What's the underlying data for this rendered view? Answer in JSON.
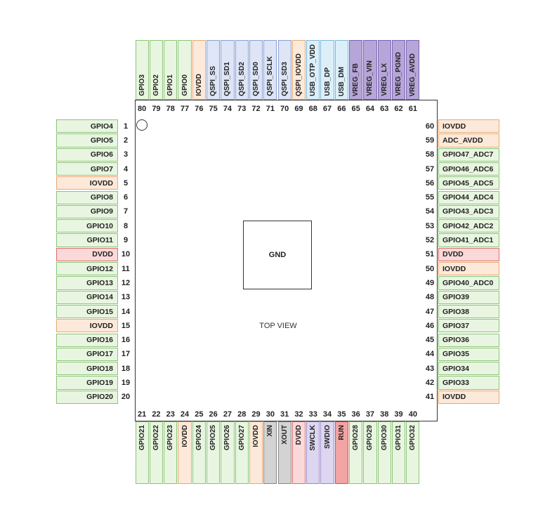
{
  "package": {
    "center_label": "GND",
    "view_label": "TOP VIEW"
  },
  "colors": {
    "gpio": {
      "bg": "#e8f5e0",
      "border": "#8cc478"
    },
    "power": {
      "bg": "#fde9d9",
      "border": "#e8a872"
    },
    "dvdd": {
      "bg": "#fbd9d9",
      "border": "#d96f6f"
    },
    "qspi": {
      "bg": "#dde5f6",
      "border": "#8a9fd0"
    },
    "usb": {
      "bg": "#dceff9",
      "border": "#7ab6d9"
    },
    "vreg": {
      "bg": "#b6a5d8",
      "border": "#7a64b0"
    },
    "debug": {
      "bg": "#ddd6f0",
      "border": "#9b8ac9"
    },
    "crystal": {
      "bg": "#d3d3d3",
      "border": "#888888"
    },
    "run": {
      "bg": "#f2a3a3",
      "border": "#cc5555"
    }
  },
  "pins": {
    "left": [
      {
        "num": "1",
        "name": "GPIO4",
        "type": "gpio"
      },
      {
        "num": "2",
        "name": "GPIO5",
        "type": "gpio"
      },
      {
        "num": "3",
        "name": "GPIO6",
        "type": "gpio"
      },
      {
        "num": "4",
        "name": "GPIO7",
        "type": "gpio"
      },
      {
        "num": "5",
        "name": "IOVDD",
        "type": "power"
      },
      {
        "num": "6",
        "name": "GPIO8",
        "type": "gpio"
      },
      {
        "num": "7",
        "name": "GPIO9",
        "type": "gpio"
      },
      {
        "num": "8",
        "name": "GPIO10",
        "type": "gpio"
      },
      {
        "num": "9",
        "name": "GPIO11",
        "type": "gpio"
      },
      {
        "num": "10",
        "name": "DVDD",
        "type": "dvdd"
      },
      {
        "num": "11",
        "name": "GPIO12",
        "type": "gpio"
      },
      {
        "num": "12",
        "name": "GPIO13",
        "type": "gpio"
      },
      {
        "num": "13",
        "name": "GPIO14",
        "type": "gpio"
      },
      {
        "num": "14",
        "name": "GPIO15",
        "type": "gpio"
      },
      {
        "num": "15",
        "name": "IOVDD",
        "type": "power"
      },
      {
        "num": "16",
        "name": "GPIO16",
        "type": "gpio"
      },
      {
        "num": "17",
        "name": "GPIO17",
        "type": "gpio"
      },
      {
        "num": "18",
        "name": "GPIO18",
        "type": "gpio"
      },
      {
        "num": "19",
        "name": "GPIO19",
        "type": "gpio"
      },
      {
        "num": "20",
        "name": "GPIO20",
        "type": "gpio"
      }
    ],
    "bottom": [
      {
        "num": "21",
        "name": "GPIO21",
        "type": "gpio"
      },
      {
        "num": "22",
        "name": "GPIO22",
        "type": "gpio"
      },
      {
        "num": "23",
        "name": "GPIO23",
        "type": "gpio"
      },
      {
        "num": "24",
        "name": "IOVDD",
        "type": "power"
      },
      {
        "num": "25",
        "name": "GPIO24",
        "type": "gpio"
      },
      {
        "num": "26",
        "name": "GPIO25",
        "type": "gpio"
      },
      {
        "num": "27",
        "name": "GPIO26",
        "type": "gpio"
      },
      {
        "num": "28",
        "name": "GPIO27",
        "type": "gpio"
      },
      {
        "num": "29",
        "name": "IOVDD",
        "type": "power"
      },
      {
        "num": "30",
        "name": "XIN",
        "type": "crystal"
      },
      {
        "num": "31",
        "name": "XOUT",
        "type": "crystal"
      },
      {
        "num": "32",
        "name": "DVDD",
        "type": "dvdd"
      },
      {
        "num": "33",
        "name": "SWCLK",
        "type": "debug"
      },
      {
        "num": "34",
        "name": "SWDIO",
        "type": "debug"
      },
      {
        "num": "35",
        "name": "RUN",
        "type": "run"
      },
      {
        "num": "36",
        "name": "GPIO28",
        "type": "gpio"
      },
      {
        "num": "37",
        "name": "GPIO29",
        "type": "gpio"
      },
      {
        "num": "38",
        "name": "GPIO30",
        "type": "gpio"
      },
      {
        "num": "39",
        "name": "GPIO31",
        "type": "gpio"
      },
      {
        "num": "40",
        "name": "GPIO32",
        "type": "gpio"
      }
    ],
    "right": [
      {
        "num": "60",
        "name": "IOVDD",
        "type": "power"
      },
      {
        "num": "59",
        "name": "ADC_AVDD",
        "type": "power"
      },
      {
        "num": "58",
        "name": "GPIO47_ADC7",
        "type": "gpio"
      },
      {
        "num": "57",
        "name": "GPIO46_ADC6",
        "type": "gpio"
      },
      {
        "num": "56",
        "name": "GPIO45_ADC5",
        "type": "gpio"
      },
      {
        "num": "55",
        "name": "GPIO44_ADC4",
        "type": "gpio"
      },
      {
        "num": "54",
        "name": "GPIO43_ADC3",
        "type": "gpio"
      },
      {
        "num": "53",
        "name": "GPIO42_ADC2",
        "type": "gpio"
      },
      {
        "num": "52",
        "name": "GPIO41_ADC1",
        "type": "gpio"
      },
      {
        "num": "51",
        "name": "DVDD",
        "type": "dvdd"
      },
      {
        "num": "50",
        "name": "IOVDD",
        "type": "power"
      },
      {
        "num": "49",
        "name": "GPIO40_ADC0",
        "type": "gpio"
      },
      {
        "num": "48",
        "name": "GPIO39",
        "type": "gpio"
      },
      {
        "num": "47",
        "name": "GPIO38",
        "type": "gpio"
      },
      {
        "num": "46",
        "name": "GPIO37",
        "type": "gpio"
      },
      {
        "num": "45",
        "name": "GPIO36",
        "type": "gpio"
      },
      {
        "num": "44",
        "name": "GPIO35",
        "type": "gpio"
      },
      {
        "num": "43",
        "name": "GPIO34",
        "type": "gpio"
      },
      {
        "num": "42",
        "name": "GPIO33",
        "type": "gpio"
      },
      {
        "num": "41",
        "name": "IOVDD",
        "type": "power"
      }
    ],
    "top": [
      {
        "num": "80",
        "name": "GPIO3",
        "type": "gpio"
      },
      {
        "num": "79",
        "name": "GPIO2",
        "type": "gpio"
      },
      {
        "num": "78",
        "name": "GPIO1",
        "type": "gpio"
      },
      {
        "num": "77",
        "name": "GPIO0",
        "type": "gpio"
      },
      {
        "num": "76",
        "name": "IOVDD",
        "type": "power"
      },
      {
        "num": "75",
        "name": "QSPI_SS",
        "type": "qspi"
      },
      {
        "num": "74",
        "name": "QSPI_SD1",
        "type": "qspi"
      },
      {
        "num": "73",
        "name": "QSPI_SD2",
        "type": "qspi"
      },
      {
        "num": "72",
        "name": "QSPI_SD0",
        "type": "qspi"
      },
      {
        "num": "71",
        "name": "QSPI_SCLK",
        "type": "qspi"
      },
      {
        "num": "70",
        "name": "QSPI_SD3",
        "type": "qspi"
      },
      {
        "num": "69",
        "name": "QSPI_IOVDD",
        "type": "power"
      },
      {
        "num": "68",
        "name": "USB_OTP_VDD",
        "type": "usb"
      },
      {
        "num": "67",
        "name": "USB_DP",
        "type": "usb"
      },
      {
        "num": "66",
        "name": "USB_DM",
        "type": "usb"
      },
      {
        "num": "65",
        "name": "VREG_FB",
        "type": "vreg"
      },
      {
        "num": "64",
        "name": "VREG_VIN",
        "type": "vreg"
      },
      {
        "num": "63",
        "name": "VREG_LX",
        "type": "vreg"
      },
      {
        "num": "62",
        "name": "VREG_PGND",
        "type": "vreg"
      },
      {
        "num": "61",
        "name": "VREG_AVDD",
        "type": "vreg"
      }
    ]
  }
}
